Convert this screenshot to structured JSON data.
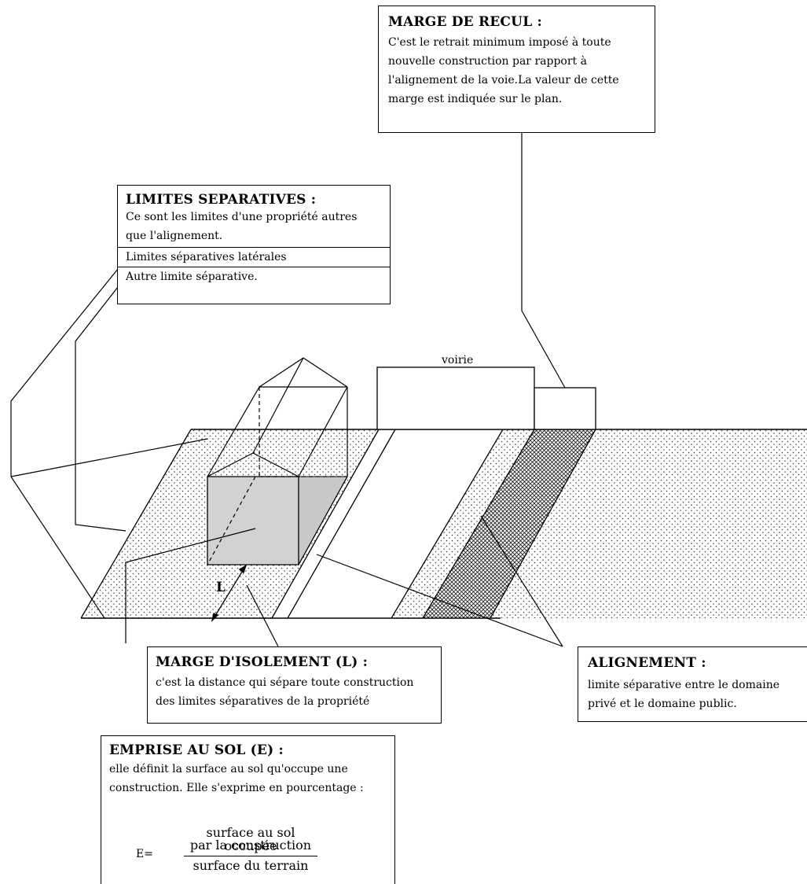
{
  "boxes": {
    "marge_recul": {
      "title": "MARGE DE RECUL :",
      "lines": [
        "C'est le retrait minimum imposé à toute",
        "nouvelle construction par rapport à",
        "l'alignement de la voie.La valeur de cette",
        "marge est indiquée sur le plan."
      ]
    },
    "limites_separatives": {
      "title": "LIMITES SEPARATIVES :",
      "lines": [
        "Ce sont les limites d'une propriété autres",
        "que l'alignement."
      ],
      "laterales": "Limites séparatives latérales",
      "autre": "Autre limite séparative."
    },
    "marge_isolement": {
      "title": "MARGE D'ISOLEMENT (L) :",
      "lines": [
        "c'est la distance qui sépare toute construction",
        "des limites séparatives de la propriété"
      ]
    },
    "alignement": {
      "title": "ALIGNEMENT :",
      "lines": [
        "limite séparative entre le domaine",
        "privé et le domaine public."
      ]
    },
    "emprise_sol": {
      "title": "EMPRISE AU SOL (E) :",
      "lines": [
        "elle définit la surface au sol qu'occupe une",
        "construction. Elle s'exprime en pourcentage :"
      ],
      "formula_label": "E=",
      "numerator_line1": "surface au sol occupée",
      "numerator_line2": "par la construction",
      "denominator": "surface du terrain"
    }
  },
  "labels": {
    "voirie": "voirie",
    "L": "L"
  }
}
